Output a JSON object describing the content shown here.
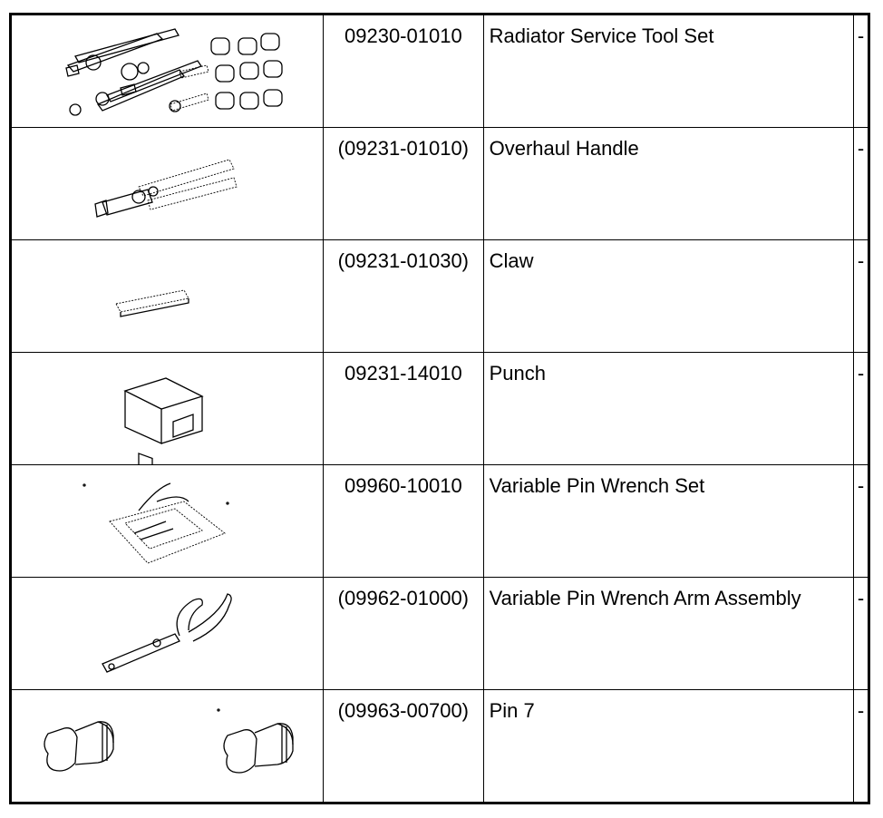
{
  "tools": [
    {
      "part_number": "09230-01010",
      "name": "Radiator Service Tool Set",
      "note": "-",
      "illustration": "radiator-service-tool-set-illustration"
    },
    {
      "part_number": "(09231-01010)",
      "name": "Overhaul Handle",
      "note": "-",
      "illustration": "overhaul-handle-illustration"
    },
    {
      "part_number": "(09231-01030)",
      "name": "Claw",
      "note": "-",
      "illustration": "claw-illustration"
    },
    {
      "part_number": "09231-14010",
      "name": "Punch",
      "note": "-",
      "illustration": "punch-illustration"
    },
    {
      "part_number": "09960-10010",
      "name": "Variable Pin Wrench Set",
      "note": "-",
      "illustration": "variable-pin-wrench-set-illustration"
    },
    {
      "part_number": "(09962-01000)",
      "name": "Variable Pin Wrench Arm Assembly",
      "note": "-",
      "illustration": "variable-pin-wrench-arm-illustration"
    },
    {
      "part_number": "(09963-00700)",
      "name": "Pin 7",
      "note": "-",
      "illustration": "pin-7-illustration"
    }
  ]
}
